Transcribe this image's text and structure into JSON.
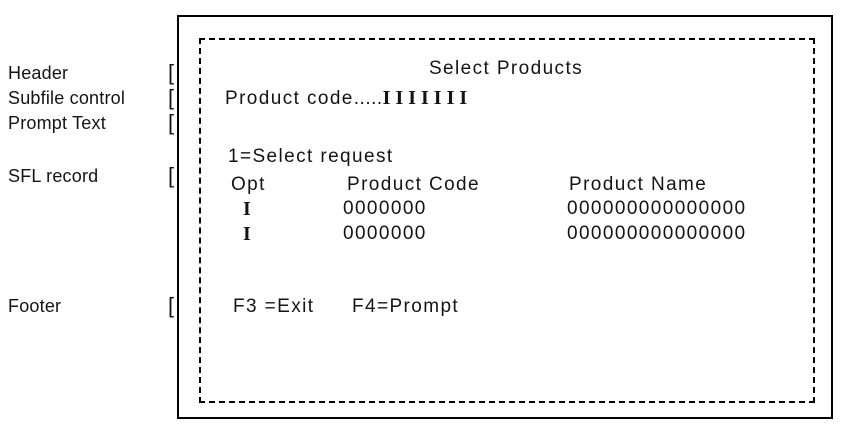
{
  "colors": {
    "ink": "#141414",
    "border": "#000000",
    "background": "#ffffff"
  },
  "annotations": [
    {
      "label": "Header",
      "bracket": "["
    },
    {
      "label": "Subfile control",
      "bracket": "["
    },
    {
      "label": "Prompt Text",
      "bracket": "["
    },
    {
      "label": "SFL record",
      "bracket": "["
    },
    {
      "label": "Footer",
      "bracket": "["
    }
  ],
  "screen": {
    "title": "Select Products",
    "prompt": {
      "label": "Product code",
      "dots": ".....",
      "input_mask": "IIIIIII"
    },
    "instruction": "1=Select request",
    "table": {
      "columns": [
        "Opt",
        "Product Code",
        "Product Name"
      ],
      "rows": [
        {
          "opt": "I",
          "product_code": "0000000",
          "product_name": "000000000000000"
        },
        {
          "opt": "I",
          "product_code": "0000000",
          "product_name": "000000000000000"
        }
      ]
    },
    "function_keys": [
      {
        "label": "F3 =Exit"
      },
      {
        "label": "F4=Prompt"
      }
    ]
  }
}
